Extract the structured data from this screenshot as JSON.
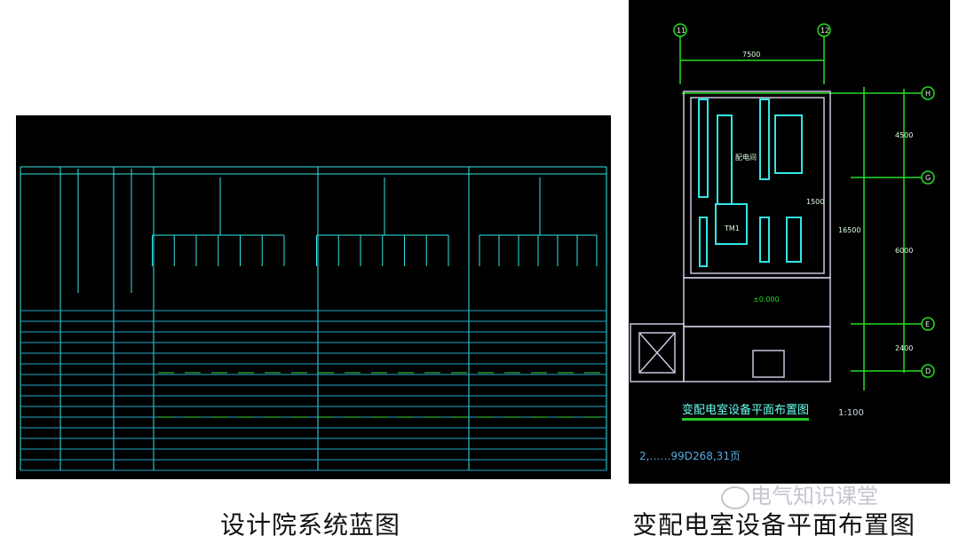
{
  "captions": {
    "left": "设计院系统蓝图",
    "right": "变配电室设备平面布置图"
  },
  "watermark": "电气知识课堂",
  "floor_plan": {
    "title": "变配电室设备平面布置图",
    "scale": "1:100",
    "note_2_ref": "2,……99D268,31页",
    "axis_labels": [
      "11",
      "12",
      "H",
      "G",
      "E",
      "D"
    ],
    "dimensions": {
      "top": "7500",
      "right_1": "4500",
      "right_2": "6000",
      "right_3": "2400",
      "total": "16500",
      "inner": "1500"
    },
    "room_label": "配电间",
    "transformer_label": "TM1",
    "elevation": "±0.000"
  },
  "colors": {
    "background": "#000000",
    "cyan": "#33e6e6",
    "green": "#22dd22",
    "wall": "#c8c8e0"
  }
}
